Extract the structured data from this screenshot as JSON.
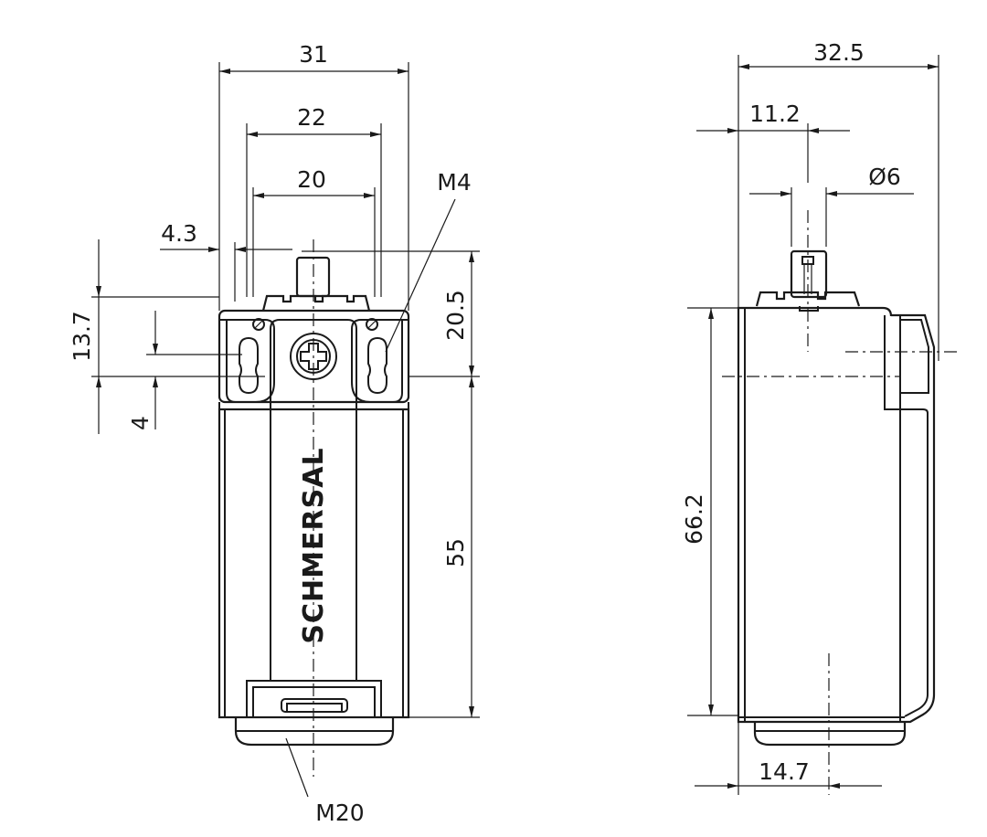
{
  "drawing": {
    "brand": "SCHMERSAL",
    "front_view": {
      "width_overall": "31",
      "width_mount": "22",
      "width_mount_inner": "20",
      "offset_left": "4.3",
      "thread_screw": "M4",
      "height_top": "20.5",
      "height_mount": "13.7",
      "slot": "4",
      "height_body": "55",
      "thread_conduit": "M20"
    },
    "side_view": {
      "depth_overall": "32.5",
      "plunger_offset": "11.2",
      "plunger_diameter": "Ø6",
      "height_total": "66.2",
      "conduit_offset": "14.7"
    }
  }
}
